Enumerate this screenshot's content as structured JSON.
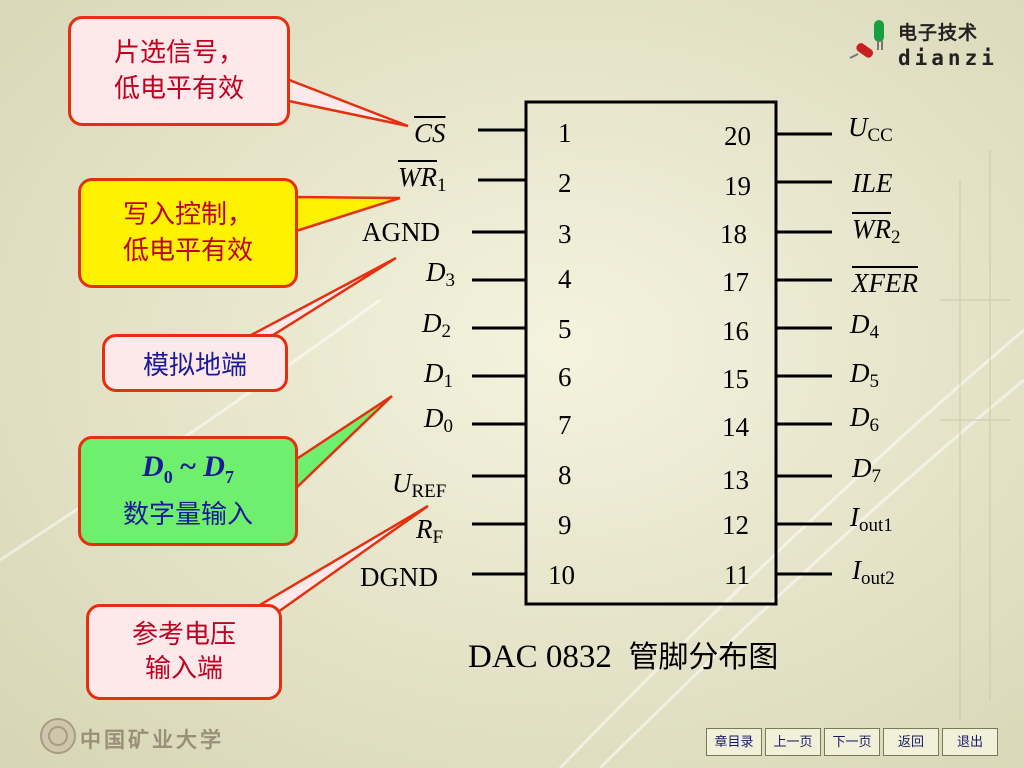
{
  "logo": {
    "line1": "电子技术",
    "line2": "dianzi"
  },
  "school": {
    "name": "中国矿业大学"
  },
  "callouts": {
    "cs": {
      "line1": "片选信号，",
      "line2": "低电平有效"
    },
    "wr": {
      "line1": "写入控制，",
      "line2": "低电平有效"
    },
    "agnd": {
      "line1": "模拟地端"
    },
    "data": {
      "d0_base": "D",
      "d0_sub": "0",
      "tilde": " ~ ",
      "d7_base": "D",
      "d7_sub": "7",
      "line2": "数字量输入"
    },
    "vref": {
      "line1": "参考电压",
      "line2": "输入端"
    }
  },
  "chip": {
    "left_pins": [
      {
        "num": "1",
        "base": "CS",
        "sub": ""
      },
      {
        "num": "2",
        "base": "WR",
        "sub": "1"
      },
      {
        "num": "3",
        "base": "AGND",
        "sub": ""
      },
      {
        "num": "4",
        "base": "D",
        "sub": "3"
      },
      {
        "num": "5",
        "base": "D",
        "sub": "2"
      },
      {
        "num": "6",
        "base": "D",
        "sub": "1"
      },
      {
        "num": "7",
        "base": "D",
        "sub": "0"
      },
      {
        "num": "8",
        "base": "U",
        "sub": "REF"
      },
      {
        "num": "9",
        "base": "R",
        "sub": "F"
      },
      {
        "num": "10",
        "base": "DGND",
        "sub": ""
      }
    ],
    "right_pins": [
      {
        "num": "20",
        "base": "U",
        "sub": "CC"
      },
      {
        "num": "19",
        "base": "ILE",
        "sub": ""
      },
      {
        "num": "18",
        "base": "WR",
        "sub": "2"
      },
      {
        "num": "17",
        "base": "XFER",
        "sub": ""
      },
      {
        "num": "16",
        "base": "D",
        "sub": "4"
      },
      {
        "num": "15",
        "base": "D",
        "sub": "5"
      },
      {
        "num": "14",
        "base": "D",
        "sub": "6"
      },
      {
        "num": "13",
        "base": "D",
        "sub": "7"
      },
      {
        "num": "12",
        "base": "I",
        "sub": "out1"
      },
      {
        "num": "11",
        "base": "I",
        "sub": "out2"
      }
    ]
  },
  "caption": {
    "part": "DAC 0832",
    "title": "管脚分布图"
  },
  "nav": {
    "chapter": "章目录",
    "prev": "上一页",
    "next": "下一页",
    "back": "返回",
    "exit": "退出"
  }
}
